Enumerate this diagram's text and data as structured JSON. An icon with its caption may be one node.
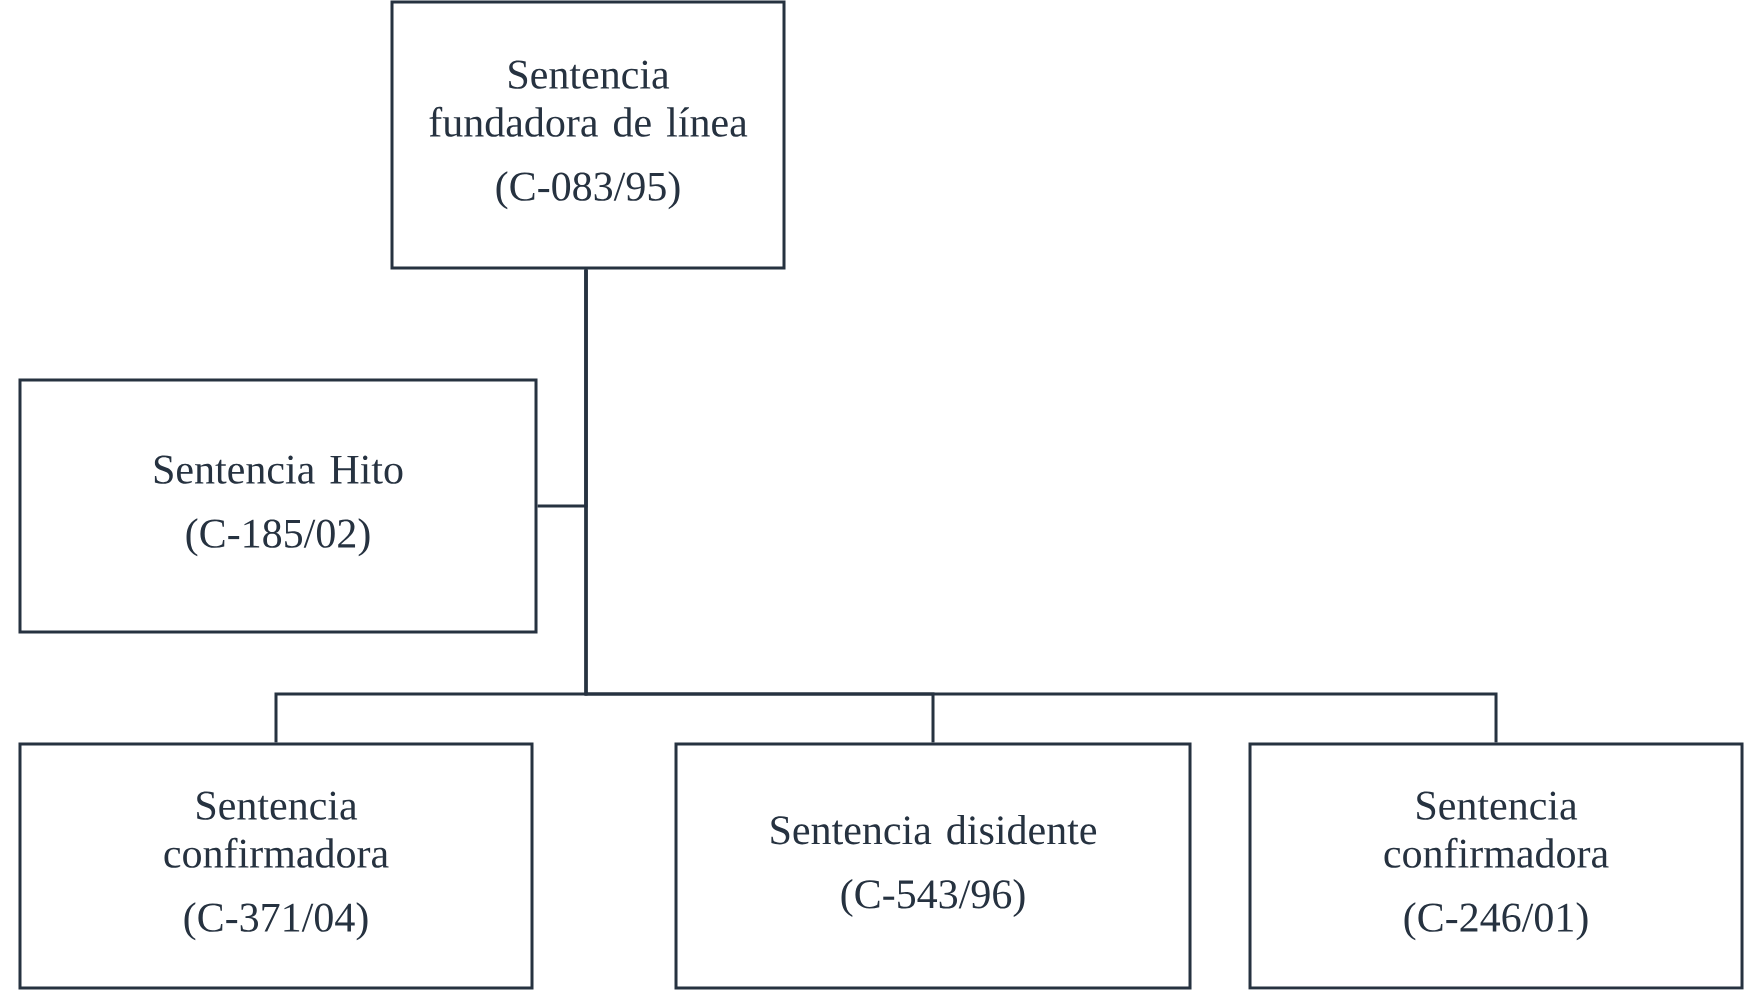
{
  "diagram": {
    "nodes": [
      {
        "text": [
          "Sentencia fundadora de línea",
          "(C-083/95)"
        ]
      },
      {
        "text": [
          "Sentencia Hito",
          "(C-185/02)"
        ]
      },
      {
        "text": [
          "Sentencia confirmadora",
          "(C-371/04)"
        ]
      },
      {
        "text": [
          "Sentencia disidente",
          "(C-543/96)"
        ]
      },
      {
        "text": [
          "Sentencia confirmadora",
          "(C-246/01)"
        ]
      }
    ],
    "edges": [
      {
        "from": 0,
        "to": 1,
        "arrow": "none"
      },
      {
        "from": 0,
        "to": 2,
        "arrow": "none"
      },
      {
        "from": 0,
        "to": 3,
        "arrow": "none"
      },
      {
        "from": 0,
        "to": 4,
        "arrow": "none"
      }
    ]
  }
}
